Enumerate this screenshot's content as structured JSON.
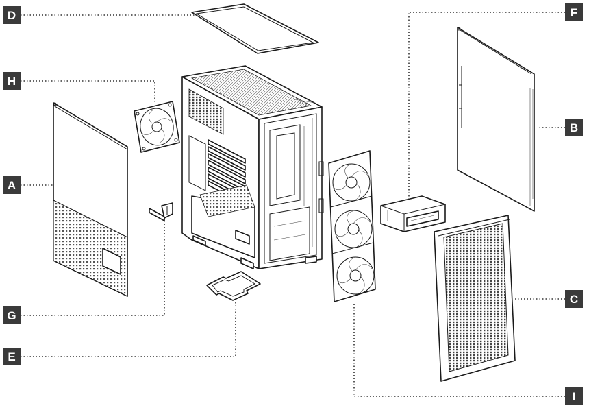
{
  "labels": {
    "A": "A",
    "B": "B",
    "C": "C",
    "D": "D",
    "E": "E",
    "F": "F",
    "G": "G",
    "H": "H",
    "I": "I"
  },
  "colors": {
    "badge": "#3a3a3a",
    "badge_text": "#ffffff",
    "line": "#1a1a1a",
    "background": "#ffffff"
  }
}
